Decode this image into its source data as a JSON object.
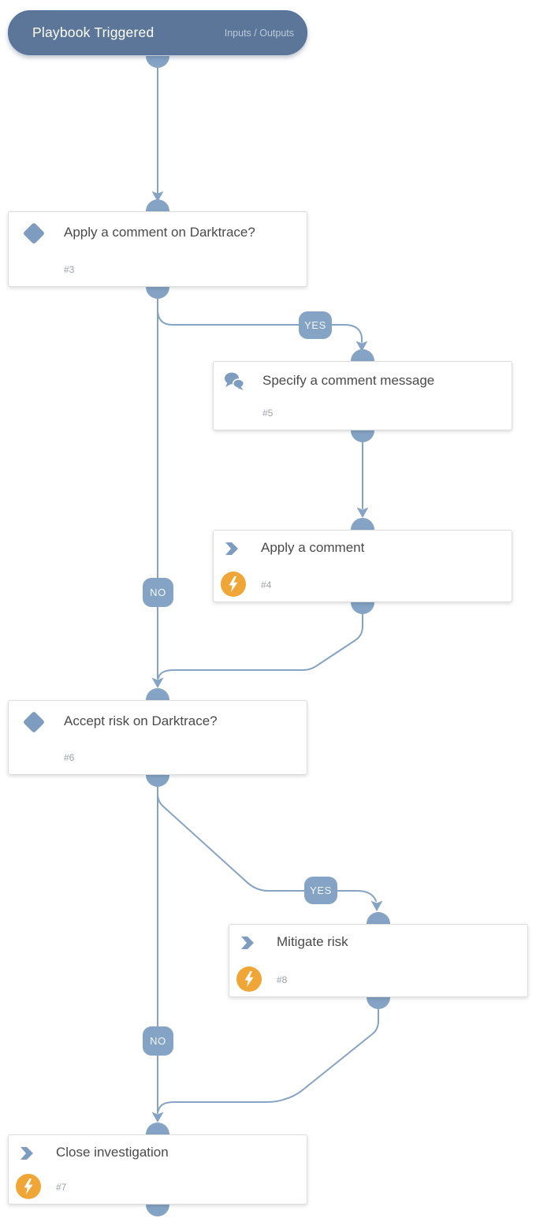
{
  "colors": {
    "trigger_blue": "#5b7699",
    "connector_blue": "#84a3c5",
    "icon_blue": "#7d9cbf",
    "automation_orange": "#f0a636",
    "title_text": "#4a4a4a",
    "task_id_text": "#9aa1a8"
  },
  "trigger": {
    "title": "Playbook Triggered",
    "io_link": "Inputs / Outputs"
  },
  "labels": {
    "yes": "YES",
    "no": "NO"
  },
  "nodes": [
    {
      "id": "#3",
      "title": "Apply a comment on Darktrace?",
      "type": "condition",
      "icon": "diamond-icon"
    },
    {
      "id": "#5",
      "title": "Specify a comment message",
      "type": "data-collection",
      "icon": "speech-bubbles-icon"
    },
    {
      "id": "#4",
      "title": "Apply a comment",
      "type": "automation",
      "icon": "chevron-icon",
      "badge_icon": "lightning-icon"
    },
    {
      "id": "#6",
      "title": "Accept risk on Darktrace?",
      "type": "condition",
      "icon": "diamond-icon"
    },
    {
      "id": "#8",
      "title": "Mitigate risk",
      "type": "automation",
      "icon": "chevron-icon",
      "badge_icon": "lightning-icon"
    },
    {
      "id": "#7",
      "title": "Close investigation",
      "type": "automation",
      "icon": "chevron-icon",
      "badge_icon": "lightning-icon"
    }
  ]
}
